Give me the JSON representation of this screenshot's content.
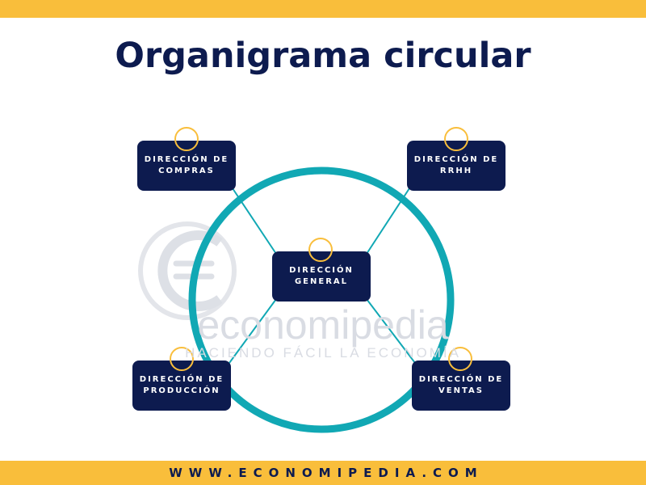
{
  "title": "Organigrama circular",
  "footer": "WWW.ECONOMIPEDIA.COM",
  "watermark": {
    "brand": "economipedia",
    "tagline": "HACIENDO FÁCIL LA ECONOMÍA"
  },
  "colors": {
    "accent": "#F9BE3B",
    "navy": "#0D1B4F",
    "teal": "#11A8B4"
  },
  "nodes": {
    "compras": "DIRECCIÓN DE COMPRAS",
    "rrhh": "DIRECCIÓN DE RRHH",
    "general": "DIRECCIÓN GENERAL",
    "produccion": "DIRECCIÓN DE PRODUCCIÓN",
    "ventas": "DIRECCIÓN DE VENTAS"
  }
}
